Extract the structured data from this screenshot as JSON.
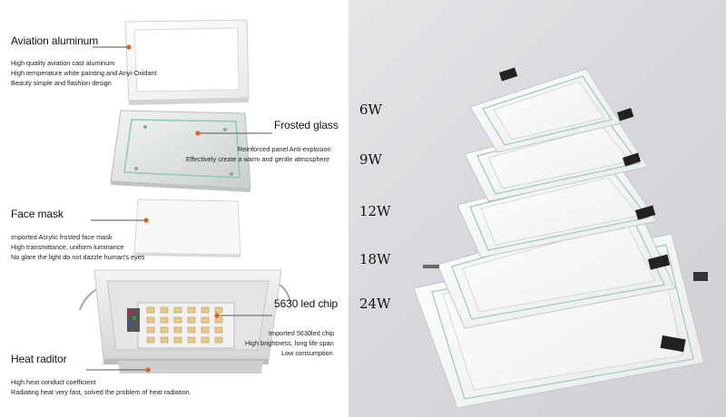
{
  "components": [
    {
      "title": "Aviation aluminum",
      "lines": [
        "High quality aviation cast aluminum",
        "High temperature white painting and Anyi-Oxidant",
        "Beauty simple and flashion design"
      ]
    },
    {
      "title": "Frosted glass",
      "lines": [
        "Reinforced panel Anti-explosion",
        "Effectively create a warm and gentle atmosphere"
      ]
    },
    {
      "title": "Face mask",
      "lines": [
        "Imported Acrylic frosted face mask",
        "High transmittance, uniform luminance",
        "No glare the light do not dazzle human's eyes"
      ]
    },
    {
      "title": "5630 led chip",
      "lines": [
        "Imported 5630led chip",
        "High brightness, long life span",
        "Low consumption"
      ]
    },
    {
      "title": "Heat raditor",
      "lines": [
        "High heat conduct coefficient",
        "Radiating heat very fast, solved the problem of heat radiation."
      ]
    }
  ],
  "wattages": [
    "6W",
    "9W",
    "12W",
    "18W",
    "24W"
  ],
  "colors": {
    "accent_dot": "#e0631a",
    "photo_background": "#d7d9dc",
    "glass_edge": "#8fc9b7"
  }
}
